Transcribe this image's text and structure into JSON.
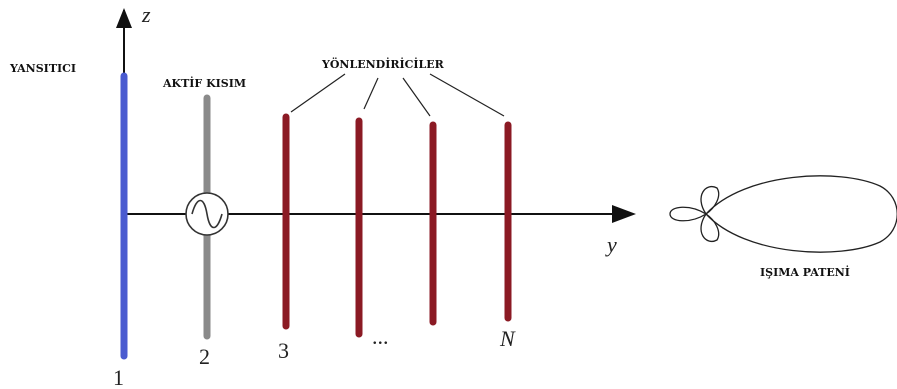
{
  "labels": {
    "reflector": "YANSITICI",
    "active": "AKTİF KISIM",
    "directors": "YÖNLENDİRİCİLER",
    "pattern": "IŞIMA PATENİ"
  },
  "axes": {
    "z": "z",
    "y": "y"
  },
  "elements": {
    "e1": "1",
    "e2": "2",
    "e3": "3",
    "ellipsis": "...",
    "eN": "N"
  },
  "colors": {
    "reflector": "#4a5bd0",
    "active": "#8a8a8a",
    "director": "#8b1a24",
    "line": "#111111"
  }
}
